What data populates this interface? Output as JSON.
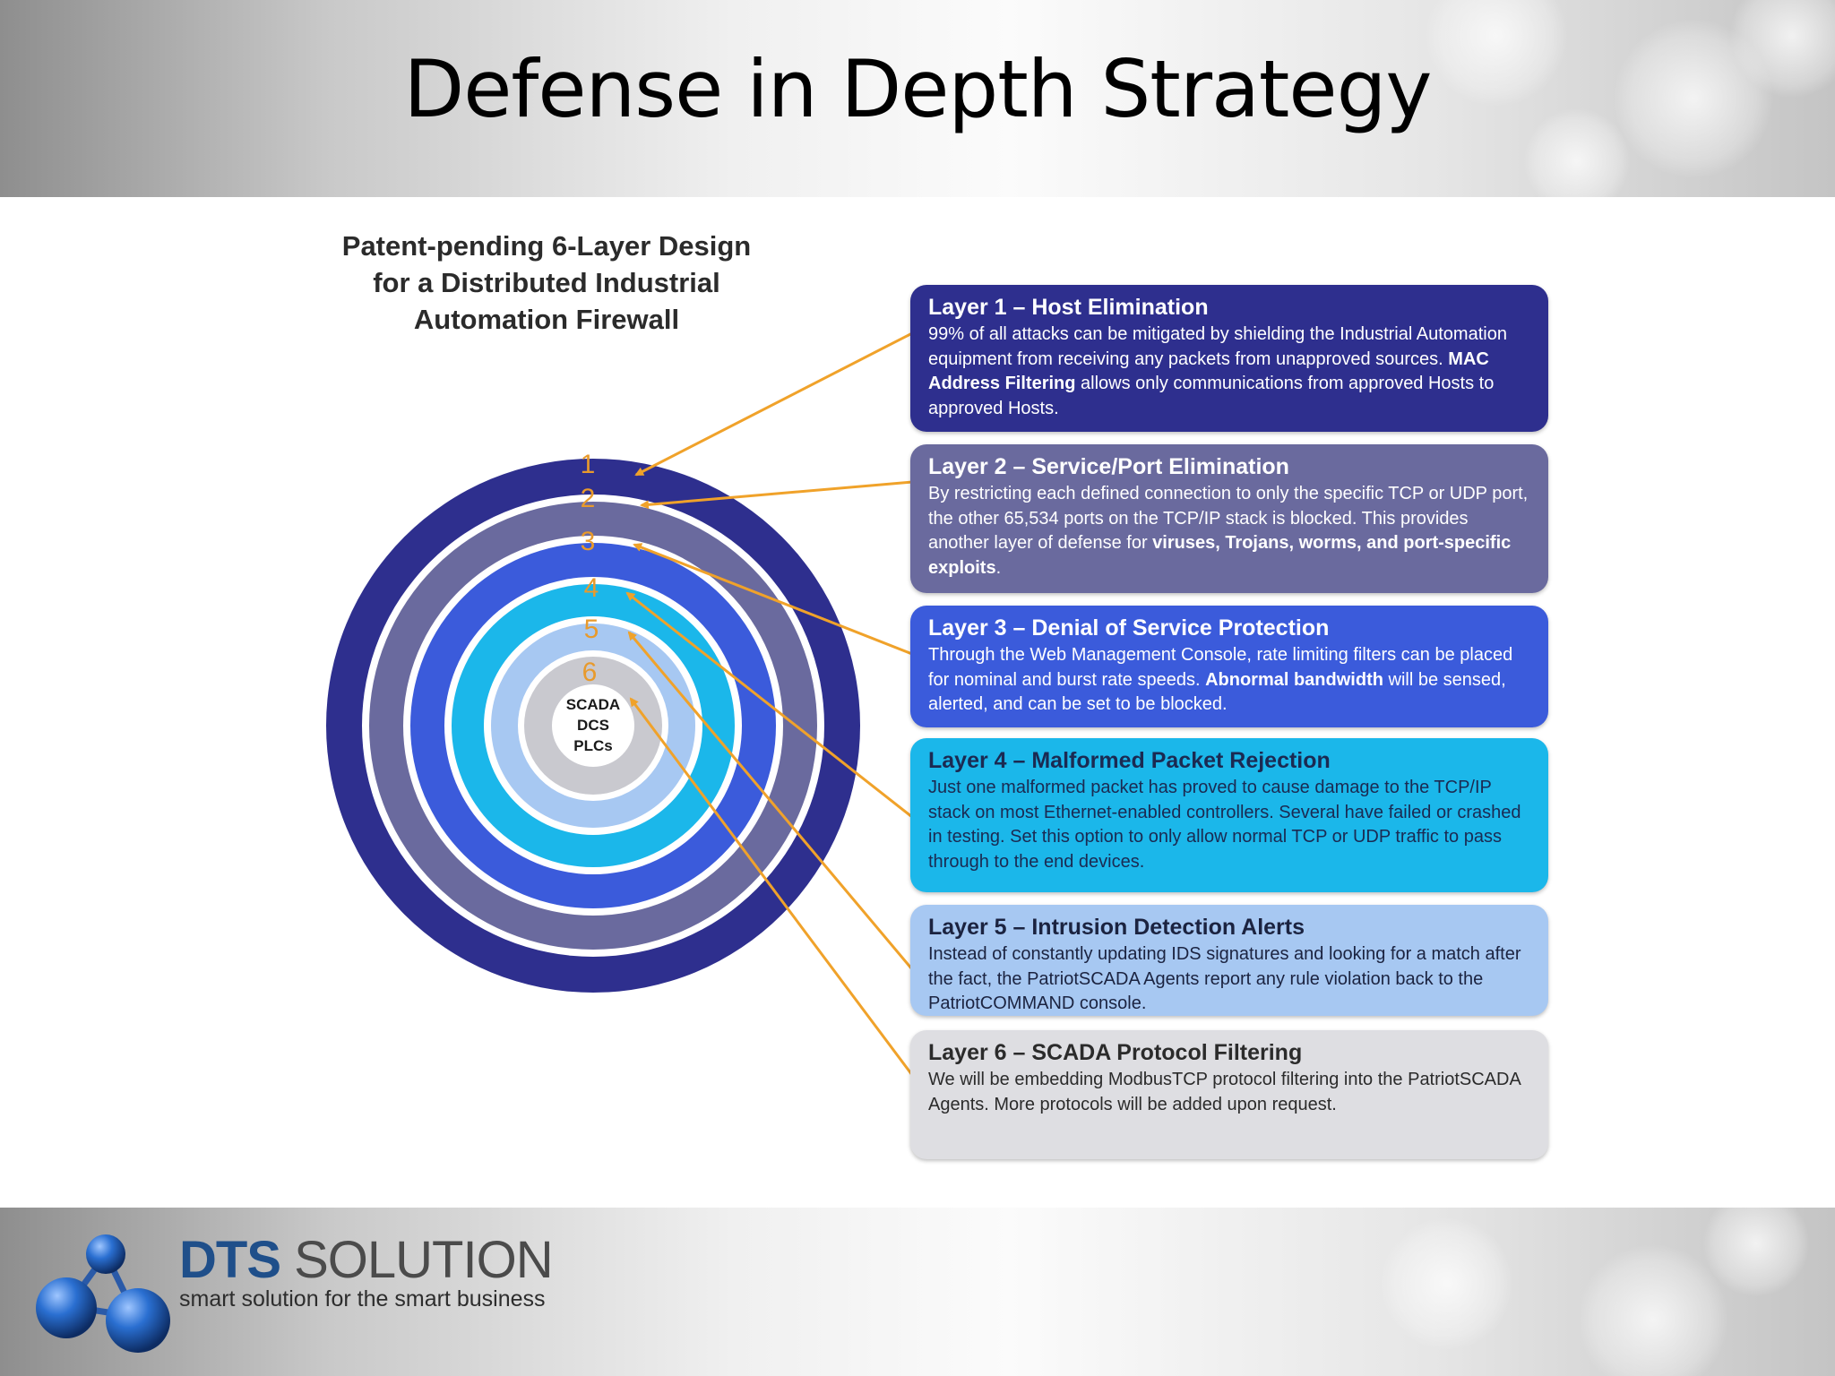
{
  "slide": {
    "title": "Defense in Depth Strategy"
  },
  "design_title": {
    "lines": [
      "Patent-pending 6-Layer Design",
      "for a Distributed Industrial",
      "Automation Firewall"
    ]
  },
  "rings": {
    "numbers": [
      "1",
      "2",
      "3",
      "4",
      "5",
      "6"
    ],
    "core_lines": [
      "SCADA",
      "DCS",
      "PLCs"
    ],
    "colors": {
      "layer1": "#2e2f8e",
      "layer2": "#6a6a9e",
      "layer3": "#3b5bdb",
      "layer4": "#1bb7ea",
      "layer5": "#a7c8f2",
      "layer6": "#c9c9cf",
      "number": "#e89a2c",
      "arrow": "#f0a22a"
    }
  },
  "layers": [
    {
      "title": "Layer 1 – Host Elimination",
      "desc_parts": [
        {
          "t": "99% of all attacks can be mitigated by shielding the Industrial Automation equipment from receiving any packets from unapproved sources. "
        },
        {
          "t": "MAC Address Filtering",
          "b": true
        },
        {
          "t": " allows only communications from approved Hosts to approved Hosts."
        }
      ],
      "bg": "#2e2f8e",
      "fg": "#ffffff"
    },
    {
      "title": "Layer 2 – Service/Port Elimination",
      "desc_parts": [
        {
          "t": "By restricting each defined connection to only the specific TCP or UDP port, the other 65,534 ports on the TCP/IP stack is blocked. This provides another layer of defense for "
        },
        {
          "t": "viruses, Trojans, worms, and port-specific exploits",
          "b": true
        },
        {
          "t": "."
        }
      ],
      "bg": "#6a6a9e",
      "fg": "#ffffff"
    },
    {
      "title": "Layer 3 – Denial of Service Protection",
      "desc_parts": [
        {
          "t": "Through the Web Management Console, rate limiting filters can be placed for nominal and burst rate speeds. "
        },
        {
          "t": "Abnormal bandwidth",
          "b": true
        },
        {
          "t": " will be sensed, alerted, and can be set to be blocked."
        }
      ],
      "bg": "#3b5bdb",
      "fg": "#ffffff"
    },
    {
      "title": "Layer 4 – Malformed Packet Rejection",
      "desc_parts": [
        {
          "t": "Just one malformed packet has proved to cause damage to the TCP/IP stack on most Ethernet-enabled controllers. Several have failed or crashed in testing. Set this option to only allow normal TCP or UDP traffic to pass through to the end devices."
        }
      ],
      "bg": "#1bb7ea",
      "fg": "#1b2a52"
    },
    {
      "title": "Layer 5 – Intrusion Detection Alerts",
      "desc_parts": [
        {
          "t": "Instead of constantly updating IDS signatures and looking for a match after the fact, the PatriotSCADA Agents report any rule violation back to the PatriotCOMMAND console."
        }
      ],
      "bg": "#a7c8f2",
      "fg": "#1b2340"
    },
    {
      "title": "Layer 6 – SCADA Protocol Filtering",
      "desc_parts": [
        {
          "t": "We will be embedding ModbusTCP protocol filtering into the PatriotSCADA Agents. More protocols will be added upon request."
        }
      ],
      "bg": "#dedee2",
      "fg": "#2b2b2b"
    }
  ],
  "brand": {
    "name_bold": "DTS",
    "name_rest": " SOLUTION",
    "tagline": "smart solution for the smart business",
    "logo_icon": "molecule-icon",
    "colors": {
      "blue": "#1f4f8a",
      "gray": "#4b4b4b"
    }
  }
}
